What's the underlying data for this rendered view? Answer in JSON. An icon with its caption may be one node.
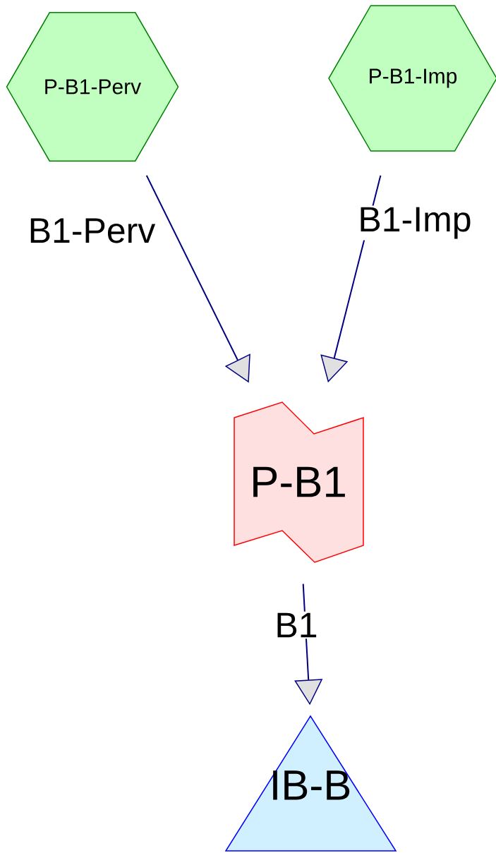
{
  "diagram": {
    "nodes": [
      {
        "text": [
          "P-B1-Perv"
        ]
      },
      {
        "text": [
          "P-B1-Imp"
        ]
      },
      {
        "text": [
          "P-B1"
        ]
      },
      {
        "text": [
          "IB-B"
        ]
      }
    ],
    "edges": [
      {
        "from": 0,
        "to": 2,
        "arrow": "to",
        "label": "B1-Perv"
      },
      {
        "from": 1,
        "to": 2,
        "arrow": "to",
        "label": "B1-Imp"
      },
      {
        "from": 2,
        "to": 3,
        "arrow": "to",
        "label": "B1"
      }
    ]
  }
}
